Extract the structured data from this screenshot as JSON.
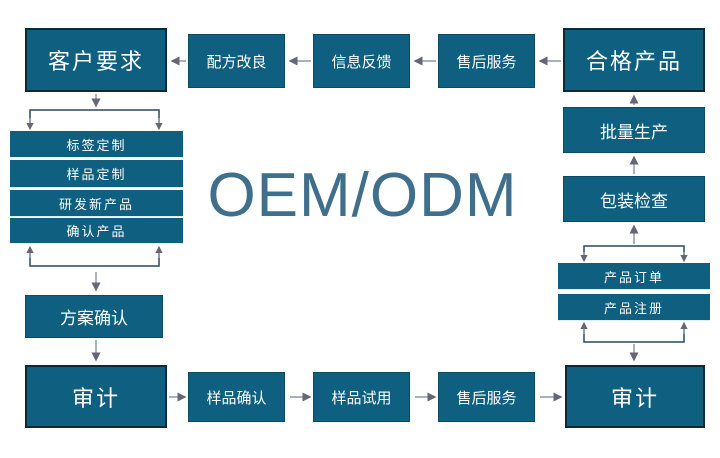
{
  "title": "OEM/ODM",
  "top": {
    "customer": "客户要求",
    "improve": "配方改良",
    "feedback": "信息反馈",
    "aftersale": "售后服务",
    "qualified": "合格产品"
  },
  "right": {
    "mass": "批量生产",
    "pack": "包装检查",
    "order": "产品订单",
    "register": "产品注册",
    "audit": "审计"
  },
  "left": {
    "stack": [
      "标签定制",
      "样品定制",
      "研发新产品",
      "确认产品"
    ],
    "plan": "方案确认",
    "audit": "审计"
  },
  "bottom": {
    "sample_confirm": "样品确认",
    "sample_trial": "样品试用",
    "aftersale": "售后服务"
  }
}
